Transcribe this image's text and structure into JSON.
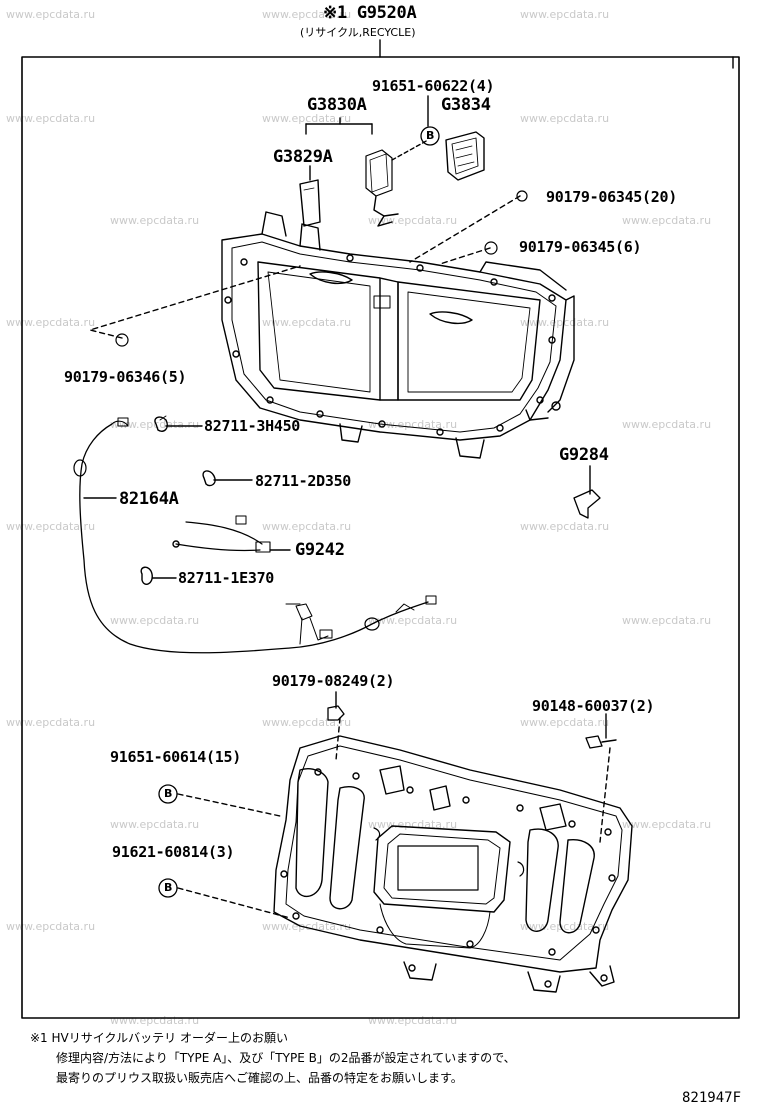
{
  "watermark": "www.epcdata.ru",
  "header": {
    "title": "※1 G9520A",
    "subtitle": "(リサイクル,RECYCLE)"
  },
  "labels": {
    "p91651_60622": "91651-60622(4)",
    "g3830a": "G3830A",
    "g3834": "G3834",
    "g3829a": "G3829A",
    "p90179_06345_20": "90179-06345(20)",
    "p90179_06345_6": "90179-06345(6)",
    "p90179_06346_5": "90179-06346(5)",
    "p82711_3h450": "82711-3H450",
    "p82711_2d350": "82711-2D350",
    "p82164a": "82164A",
    "g9284": "G9284",
    "g9242": "G9242",
    "p82711_1e370": "82711-1E370",
    "p90179_08249_2": "90179-08249(2)",
    "p90148_60037_2": "90148-60037(2)",
    "p91651_60614_15": "91651-60614(15)",
    "p91621_60814_3": "91621-60814(3)"
  },
  "callout_letter": "B",
  "footnote": {
    "line1": "※1 HVリサイクルバッテリ オーダー上のお願い",
    "line2": "修理内容/方法により「TYPE A」、及び「TYPE B」の2品番が設定されていますので、",
    "line3": "最寄りのプリウス取扱い販売店へご確認の上、品番の特定をお願いします。"
  },
  "diagram_code": "821947F"
}
